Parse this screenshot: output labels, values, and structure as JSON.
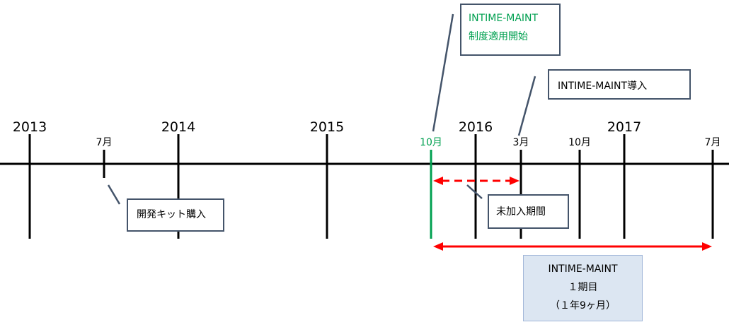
{
  "colors": {
    "axis": "#000000",
    "highlight_green": "#00a050",
    "arrow_red": "#ff0000",
    "callout_border": "#44546a",
    "term_fill": "#dce6f2"
  },
  "ticks": {
    "years": [
      {
        "label": "2013",
        "tall": true
      },
      {
        "label": "2014",
        "tall": true
      },
      {
        "label": "2015",
        "tall": true
      },
      {
        "label": "2016",
        "tall": true
      },
      {
        "label": "2017",
        "tall": true
      }
    ],
    "months": [
      {
        "label": "7月"
      },
      {
        "label": "10月",
        "highlight": true
      },
      {
        "label": "3月"
      },
      {
        "label": "10月"
      },
      {
        "label": "7月"
      }
    ]
  },
  "callouts": {
    "start": {
      "line1": "INTIME-MAINT",
      "line2": "制度適用開始"
    },
    "intro": {
      "text": "INTIME-MAINT導入"
    },
    "kit": {
      "text": "開発キット購入"
    },
    "gap": {
      "text": "未加入期間"
    },
    "term": {
      "line1": "INTIME-MAINT",
      "line2": "１期目",
      "line3": "（１年9ヶ月）"
    }
  }
}
